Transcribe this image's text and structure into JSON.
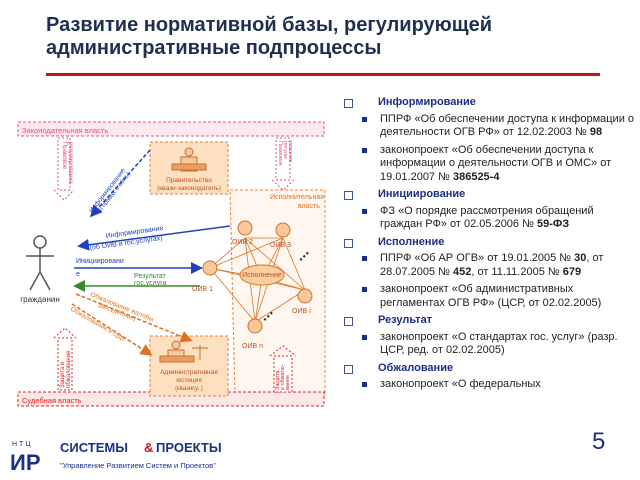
{
  "title": "Развитие нормативной базы, регулирующей административные подпроцессы",
  "diagram": {
    "legislative": "Законодательная власть",
    "executive_l1": "Исполнительная",
    "executive_l2": "власть",
    "judicial": "Судебная власть",
    "citizens": "гражданин",
    "government_l1": "Правительство",
    "government_l2": "(квази-законодатель)",
    "admin_justice_l1": "Административная",
    "admin_justice_l2": "юстиция",
    "admin_justice_l3": "(квазису..)",
    "pravovoe_reg_l1": "Правовое",
    "pravovoe_reg_l2": "регулирование",
    "pravovoe_reg2_l1": "Правовое",
    "pravovoe_reg2_l2": "регули-",
    "pravovoe_reg2_l3": "рование",
    "zashchita_l1": "Защита и",
    "zashchita_l2": "обжалование",
    "zashchita2_l1": "Защита",
    "zashchita2_l2": "и обжало-",
    "zashchita2_l3": "вание",
    "inform_up_l1": "Информирование",
    "inform_up_l2": "(о правах и обяз.)",
    "inform_l1": "Информирование",
    "inform_l2": "(об ОИВ и гос.услугах)",
    "initiation_l1": "Инициировани",
    "initiation_l2": "е",
    "result_l1": "Результат",
    "result_l2": "гос.услуга",
    "obzhal_l1": "Обжалование жалобы",
    "obzhal_l2": "(досудебное)",
    "obzhal_sud": "Обжалование в суде",
    "ispolnenie": "Исполнение",
    "oiv1": "ОИВ 1",
    "oiv2": "ОИВ 2",
    "oiv3": "ОИВ 3",
    "oivi": "ОИВ i",
    "oivn": "ОИВ n",
    "dots": "…"
  },
  "bullets": [
    {
      "level": 1,
      "text": "Информирование"
    },
    {
      "level": 2,
      "pre": "ППРФ «Об обеспечении доступа к информации о деятельности ОГВ РФ» от 12.02.2003 № ",
      "strong": "98"
    },
    {
      "level": 2,
      "pre": "законопроект «Об обеспечении доступа к информации о деятельности ОГВ и ОМС» от 19.01.2007 № ",
      "strong": "386525-4"
    },
    {
      "level": 1,
      "text": "Инициирование"
    },
    {
      "level": 2,
      "pre": "ФЗ «О порядке рассмотрения обращений граждан РФ» от 02.05.2006 № ",
      "strong": "59-ФЗ"
    },
    {
      "level": 1,
      "text": "Исполнение"
    },
    {
      "level": 2,
      "pre": "ППРФ «Об АР ОГВ» от 19.01.2005 № ",
      "strong": "30",
      "post": ", от 28.07.2005 № ",
      "strong2": "452",
      "post2": ", от 11.11.2005 № ",
      "strong3": "679"
    },
    {
      "level": 2,
      "pre": "законопроект «Об административных регламентах ОГВ РФ» (ЦСР, от 02.02.2005)"
    },
    {
      "level": 1,
      "text": "Результат"
    },
    {
      "level": 2,
      "pre": "законопроект «О стандартах гос. услуг» (разр. ЦСР, ред. от 02.02.2005)"
    },
    {
      "level": 1,
      "text": "Обжалование"
    },
    {
      "level": 2,
      "pre": "законопроект «О федеральных"
    }
  ],
  "page_number": "5",
  "footer": {
    "ntc": "НТЦ",
    "ir": "ИР",
    "systems": "СИСТЕМЫ",
    "amp": "&",
    "projects": "ПРОЕКТЫ",
    "tagline": "\"Управление Развитием Систем и Проектов\""
  },
  "colors": {
    "title": "#1f2f4f",
    "accent_red": "#c01418",
    "legislative_pink": "#e0508a",
    "judicial_red": "#e02020",
    "executive_orange": "#f08030",
    "bullet_blue": "#1b2f84",
    "arrow_blue": "#2040c0",
    "arrow_green": "#3a8a2a",
    "arrow_orange": "#e07020"
  }
}
